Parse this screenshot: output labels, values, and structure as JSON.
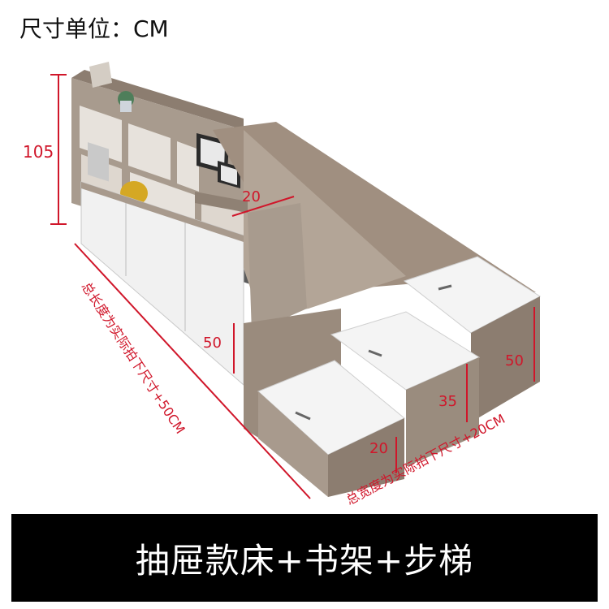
{
  "unit_label": "尺寸单位：CM",
  "dimensions": {
    "height_total": "105",
    "shelf_depth": "20",
    "bed_height": "50",
    "step1_height": "20",
    "step2_height": "35",
    "step3_height": "50",
    "total_length": "总长度为实际拍下尺寸+50CM",
    "total_width": "总宽度为实际拍下尺寸+20CM"
  },
  "banner": {
    "title": "抽屉款床+书架+步梯"
  },
  "colors": {
    "dimension_red": "#d0162a",
    "wood": "#a89a8d",
    "panel_white": "#f2f2f2",
    "banner_bg": "#000000"
  }
}
